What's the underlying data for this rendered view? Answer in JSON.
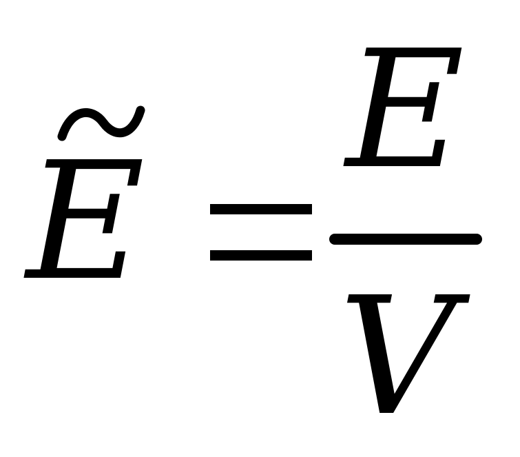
{
  "formula": {
    "lhs_symbol": "E",
    "lhs_accent": "tilde",
    "relation": "=",
    "numerator": "E",
    "denominator": "V"
  }
}
